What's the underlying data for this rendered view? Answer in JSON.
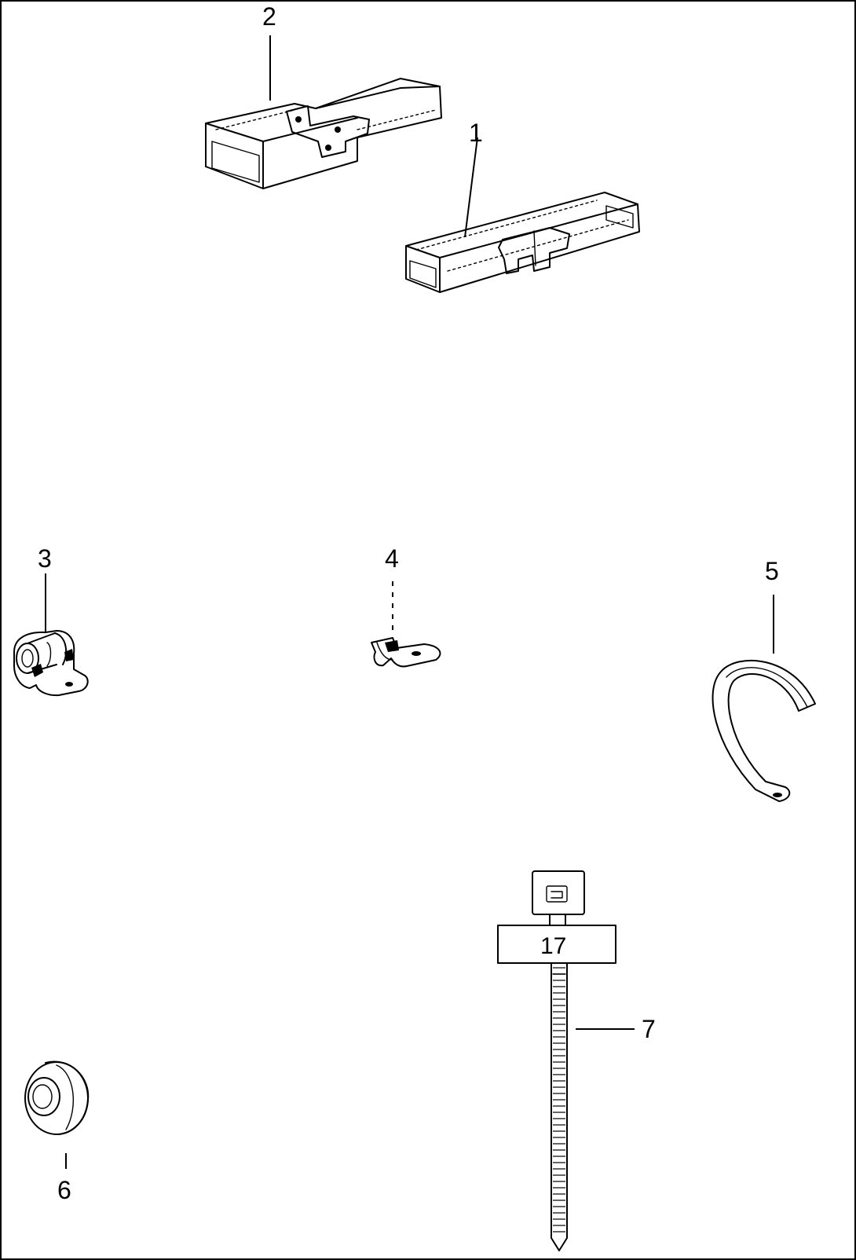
{
  "callouts": {
    "c1": "1",
    "c2": "2",
    "c3": "3",
    "c4": "4",
    "c5": "5",
    "c6": "6",
    "c7": "7"
  },
  "cable_tie_tag": "17"
}
